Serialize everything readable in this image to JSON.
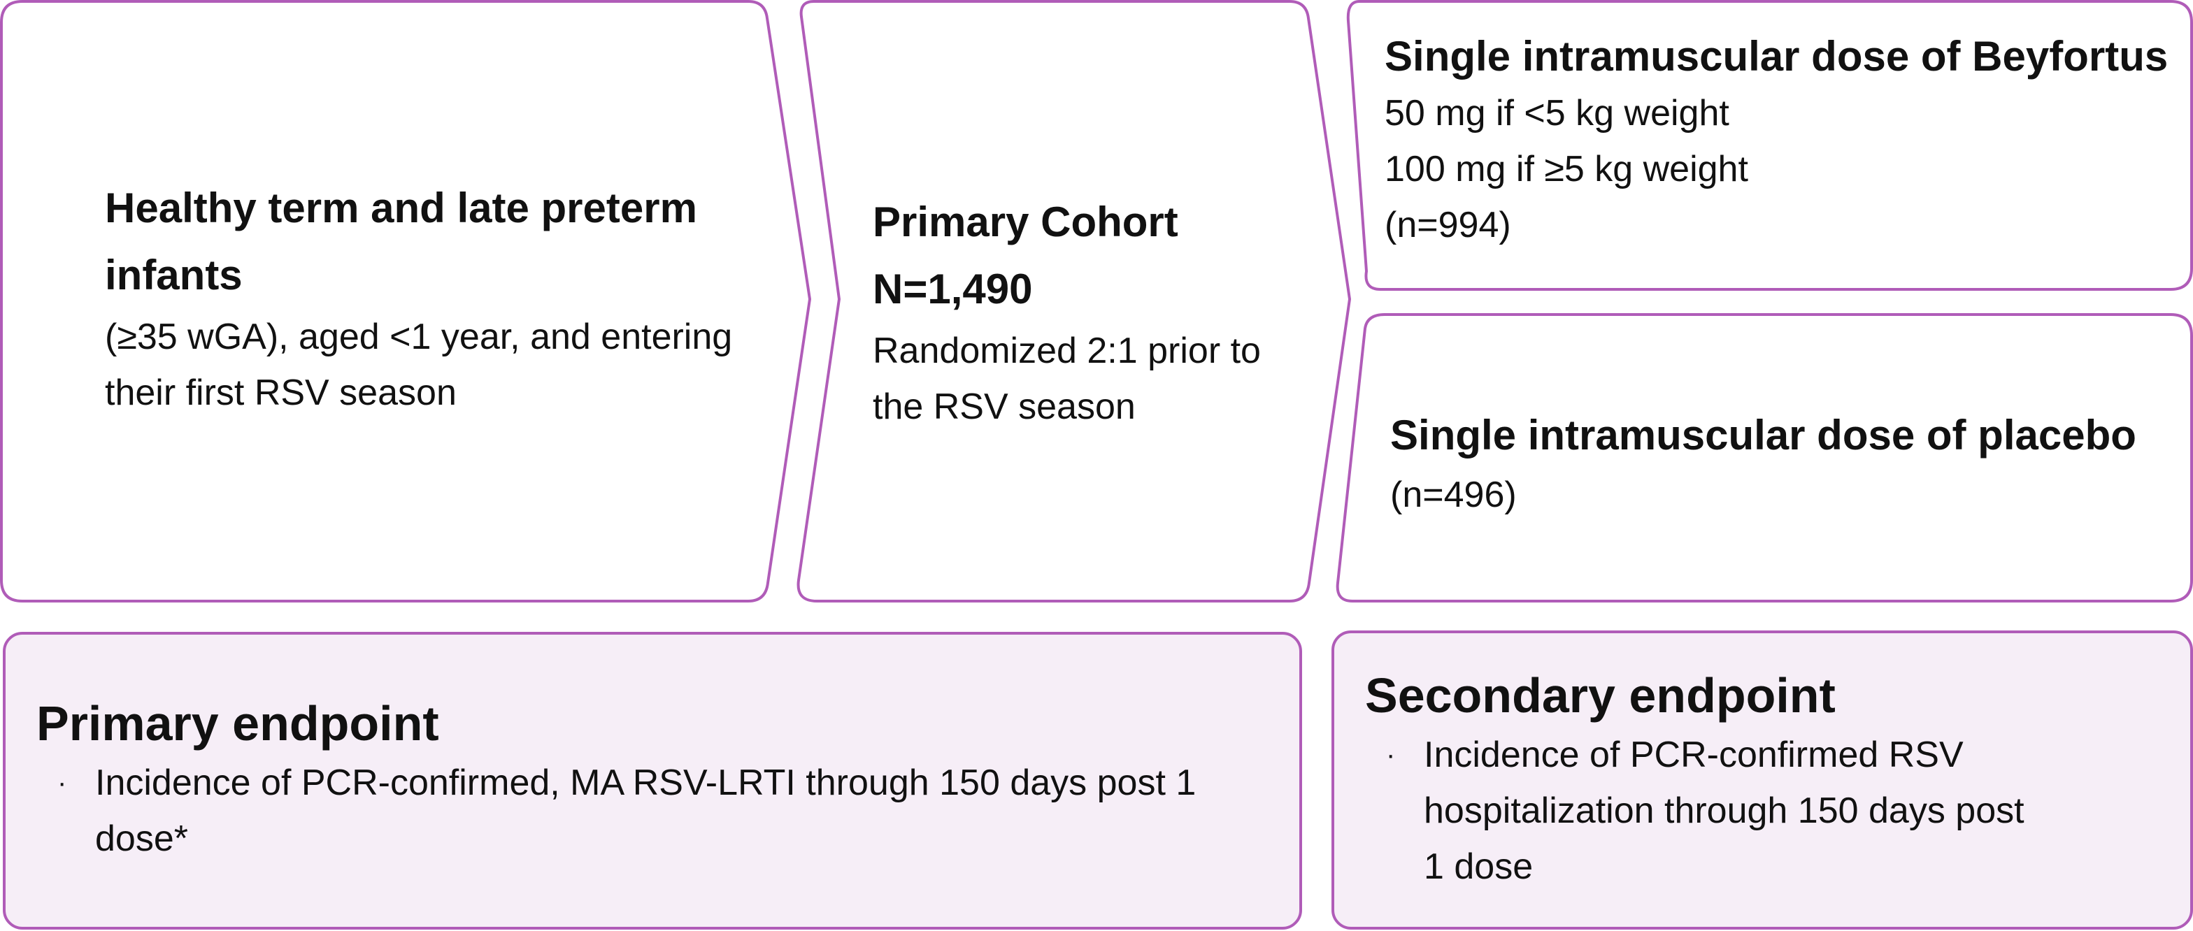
{
  "population": {
    "heading": "Healthy term and late preterm infants",
    "detail": "(≥35 wGA), aged <1 year, and entering their first RSV season"
  },
  "cohort": {
    "title": "Primary Cohort",
    "count": "N=1,490",
    "detail": "Randomized 2:1 prior to the RSV season"
  },
  "beyfortus_arm": {
    "heading": "Single intramuscular dose of Beyfortus",
    "lines": [
      "50 mg if <5 kg weight",
      "100 mg if ≥5 kg weight",
      "(n=994)"
    ]
  },
  "placebo_arm": {
    "heading": "Single intramuscular dose of placebo",
    "count": "(n=496)"
  },
  "primary_endpoint": {
    "title": "Primary endpoint",
    "bullet": "Incidence of PCR-confirmed, MA RSV-LRTI through 150 days post 1 dose*"
  },
  "secondary_endpoint": {
    "title": "Secondary endpoint",
    "bullet": "Incidence of PCR-confirmed RSV hospitalization through 150 days post 1 dose"
  },
  "bullet_glyph": "·",
  "colors": {
    "border": "#b05cb8",
    "endpoint_fill": "#f6eef7",
    "text": "#111111"
  }
}
